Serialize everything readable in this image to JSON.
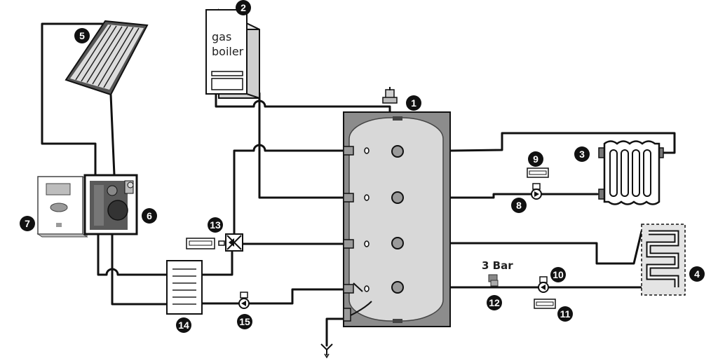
{
  "colors": {
    "pipe": "#111111",
    "tank_fill": "#d8d8d8",
    "tank_shell": "#8c8c8c",
    "badge": "#111111",
    "panel_dark": "#3a3a3a"
  },
  "labels": {
    "boiler_line1": "gas",
    "boiler_line2": "boiler",
    "pressure": "3 Bar"
  },
  "badges": {
    "b1": "1",
    "b2": "2",
    "b3": "3",
    "b4": "4",
    "b5": "5",
    "b6": "6",
    "b7": "7",
    "b8": "8",
    "b9": "9",
    "b10": "10",
    "b11": "11",
    "b12": "12",
    "b13": "13",
    "b14": "14",
    "b15": "15"
  }
}
